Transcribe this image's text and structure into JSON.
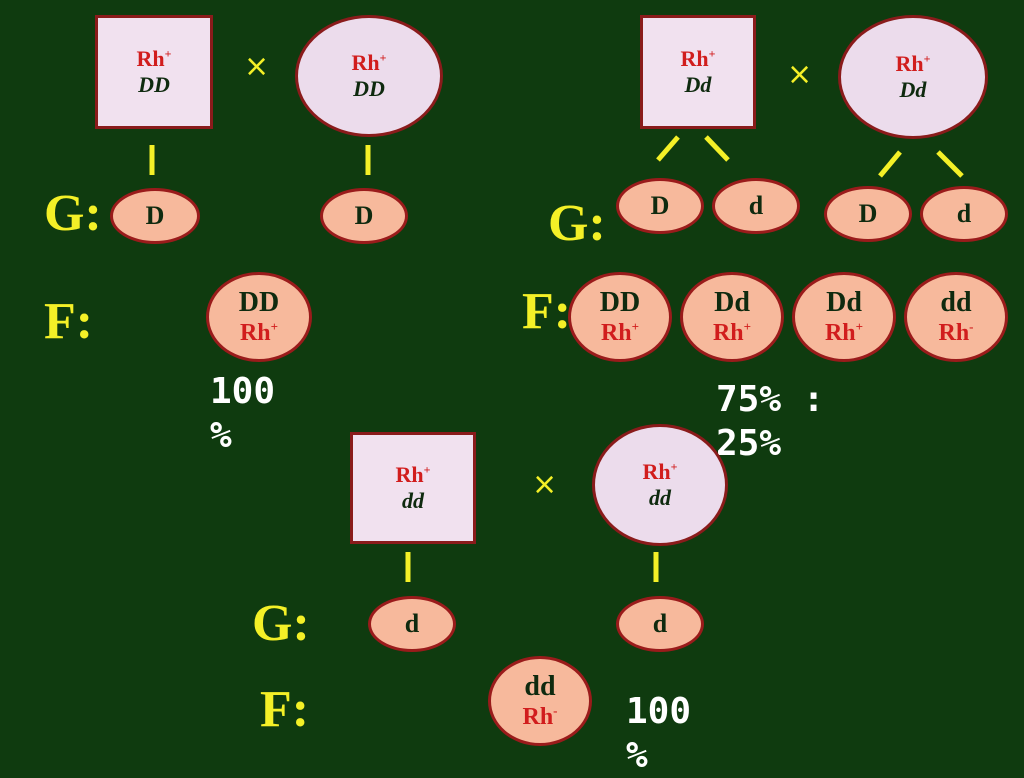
{
  "cross1": {
    "male": {
      "rh": "Rh",
      "rh_sign": "+",
      "genotype": "DD"
    },
    "female": {
      "rh": "Rh",
      "rh_sign": "+",
      "genotype": "DD"
    },
    "cross_symbol": "×",
    "g_label": "G:",
    "gametes": [
      "D",
      "D"
    ],
    "f_label": "F:",
    "offspring": [
      {
        "genotype": "DD",
        "rh": "Rh",
        "rh_sign": "+"
      }
    ],
    "ratio_line1": "100",
    "ratio_line2": "%"
  },
  "cross2": {
    "male": {
      "rh": "Rh",
      "rh_sign": "+",
      "genotype": "Dd"
    },
    "female": {
      "rh": "Rh",
      "rh_sign": "+",
      "genotype": "Dd"
    },
    "cross_symbol": "×",
    "g_label": "G:",
    "gametes": [
      "D",
      "d",
      "D",
      "d"
    ],
    "f_label": "F:",
    "offspring": [
      {
        "genotype": "DD",
        "rh": "Rh",
        "rh_sign": "+"
      },
      {
        "genotype": "Dd",
        "rh": "Rh",
        "rh_sign": "+"
      },
      {
        "genotype": "Dd",
        "rh": "Rh",
        "rh_sign": "+"
      },
      {
        "genotype": "dd",
        "rh": "Rh",
        "rh_sign": "-"
      }
    ],
    "ratio_line1": "75% :",
    "ratio_line2": "25%"
  },
  "cross3": {
    "male": {
      "rh": "Rh",
      "rh_sign": "+",
      "genotype": "dd"
    },
    "female": {
      "rh": "Rh",
      "rh_sign": "+",
      "genotype": "dd"
    },
    "cross_symbol": "×",
    "g_label": "G:",
    "gametes": [
      "d",
      "d"
    ],
    "f_label": "F:",
    "offspring": [
      {
        "genotype": "dd",
        "rh": "Rh",
        "rh_sign": "-"
      }
    ],
    "ratio_line1": "100",
    "ratio_line2": "%"
  },
  "colors": {
    "background": "#0f3b0f",
    "label_yellow": "#f4f027",
    "rh_red": "#d11d1d",
    "gamete_fill": "#f7b99c",
    "border": "#8a1b1b"
  }
}
